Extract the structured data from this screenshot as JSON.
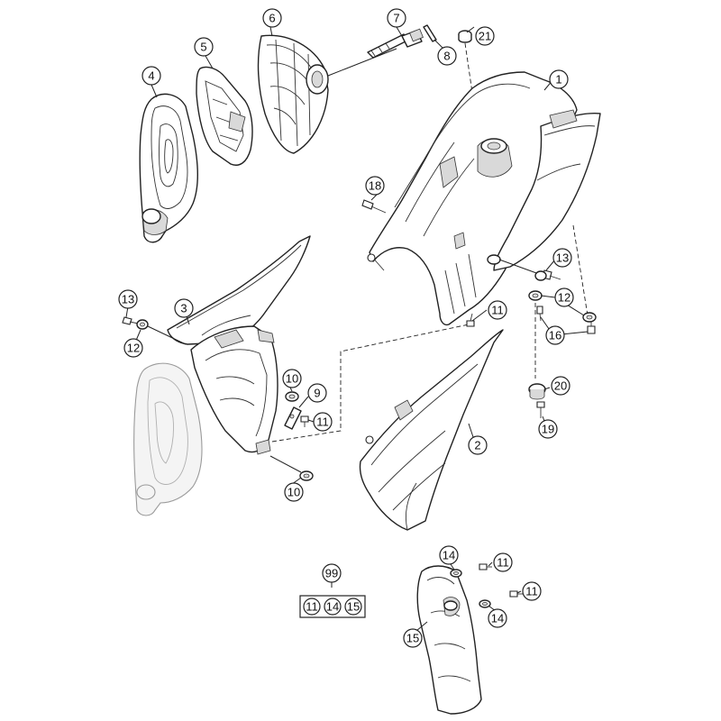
{
  "callouts": {
    "c1": "1",
    "c2": "2",
    "c3": "3",
    "c4": "4",
    "c5": "5",
    "c6": "6",
    "c7": "7",
    "c8": "8",
    "c9": "9",
    "c10a": "10",
    "c10b": "10",
    "c11a": "11",
    "c11b": "11",
    "c11c": "11",
    "c11d": "11",
    "c12a": "12",
    "c12b": "12",
    "c13a": "13",
    "c13b": "13",
    "c14a": "14",
    "c14b": "14",
    "c15": "15",
    "c16": "16",
    "c18": "18",
    "c19": "19",
    "c20": "20",
    "c21": "21"
  },
  "kit": {
    "label": "99",
    "items": [
      "11",
      "14",
      "15"
    ]
  }
}
